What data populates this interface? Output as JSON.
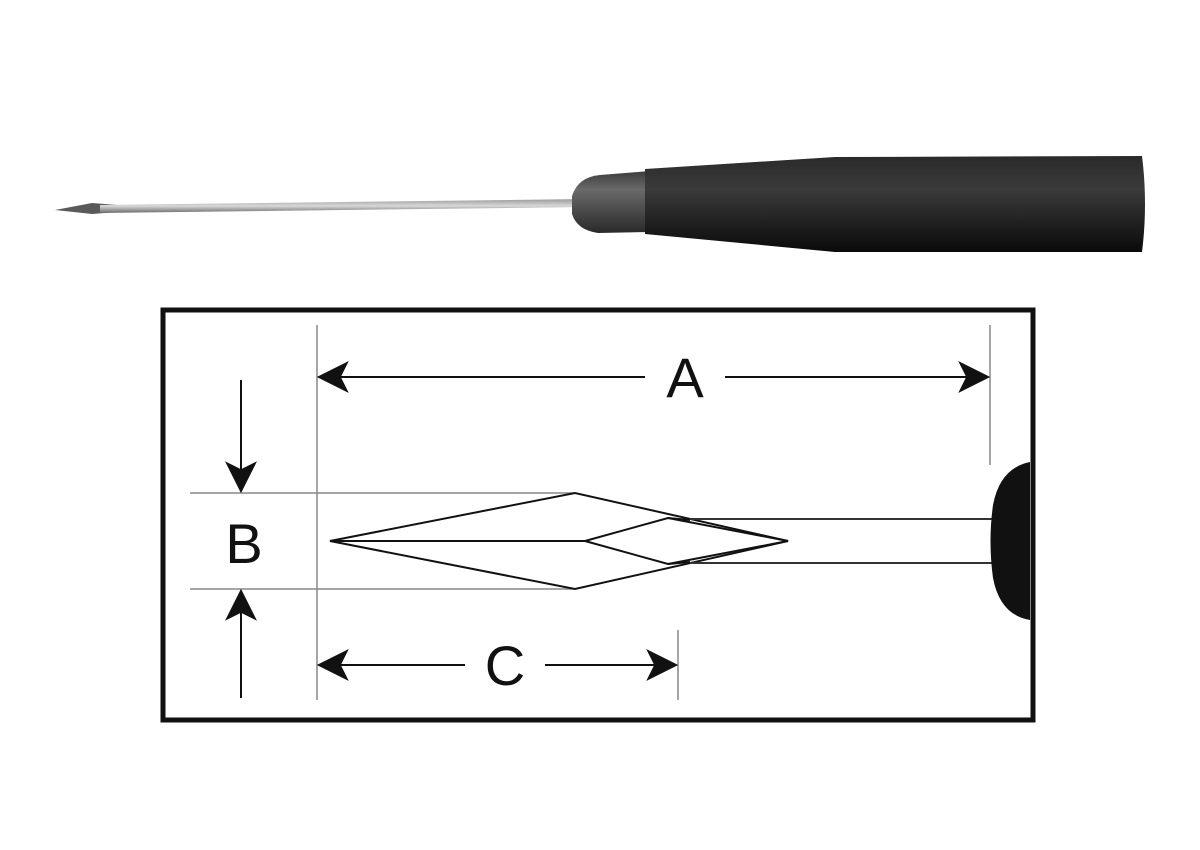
{
  "diagram": {
    "labels": {
      "a": "A",
      "b": "B",
      "c": "C"
    },
    "colors": {
      "ink": "#111111",
      "handle": "#1a1a1a",
      "collar": "#555555",
      "thin_line": "#888888",
      "background": "#ffffff"
    }
  }
}
